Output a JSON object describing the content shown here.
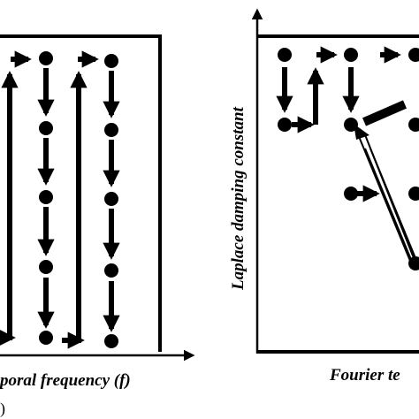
{
  "left_panel": {
    "x_axis_label": "poral frequency (f)",
    "caption_fragment": ")"
  },
  "right_panel": {
    "y_axis_label": "Laplace damping constant",
    "x_axis_label": "Fourier te"
  },
  "colors": {
    "ink": "#000000",
    "background": "#ffffff"
  }
}
